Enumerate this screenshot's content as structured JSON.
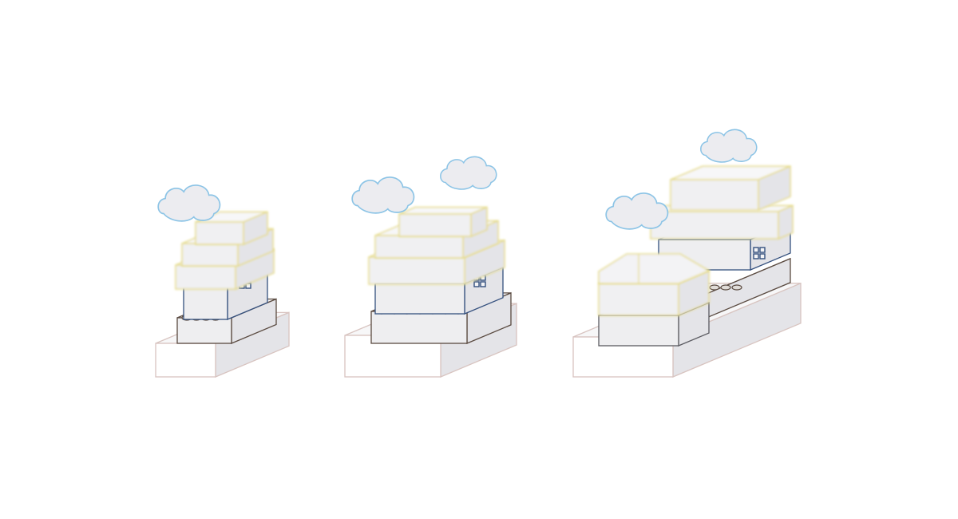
{
  "illustration": {
    "houses": [
      "small-house",
      "medium-house",
      "large-house-with-annex"
    ],
    "colors": {
      "base_stroke": "#d8c4c0",
      "brick_stroke": "#5a4a40",
      "wall_stroke": "#34507e",
      "roof_stroke": "#e6dc8a",
      "roof_glow": "#f6f0b8",
      "cloud_stroke": "#8cc4e6",
      "block_fill": "#eeeef0"
    }
  }
}
